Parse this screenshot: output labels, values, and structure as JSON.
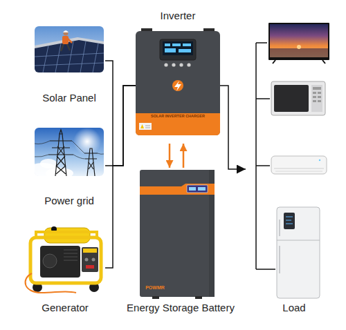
{
  "diagram": {
    "nodes": [
      {
        "text": [
          "Inverter"
        ]
      },
      {
        "text": [
          "Solar Panel"
        ]
      },
      {
        "text": [
          "Power grid"
        ]
      },
      {
        "text": [
          "Generator"
        ]
      },
      {
        "text": [
          "Energy Storage Battery"
        ]
      },
      {
        "text": [
          "Load"
        ]
      }
    ],
    "edges": [
      {
        "from": 1,
        "to": 0,
        "arrow": "none"
      },
      {
        "from": 2,
        "to": 0,
        "arrow": "none"
      },
      {
        "from": 3,
        "to": 0,
        "arrow": "none"
      },
      {
        "from": 0,
        "to": 4,
        "arrow": "both"
      },
      {
        "from": 0,
        "to": 5,
        "arrow": "to"
      }
    ],
    "labels": [
      "SOLAR INVERTER CHARGER",
      "POWMR"
    ]
  }
}
